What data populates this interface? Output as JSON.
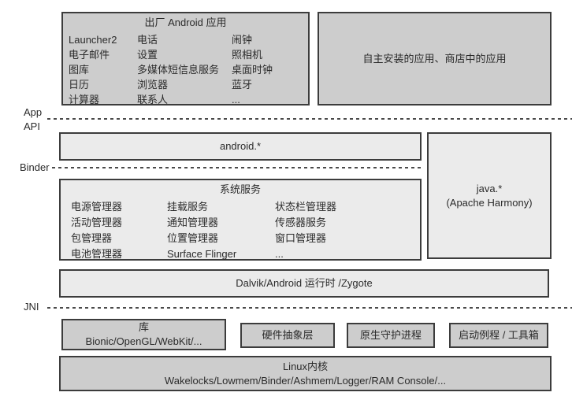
{
  "colors": {
    "dark_box_fill": "#cdcdcd",
    "light_box_fill": "#ebebeb",
    "border": "#3c3c3c",
    "text": "#2b2b2b",
    "background": "#ffffff"
  },
  "layers": {
    "app": "App",
    "api": "API",
    "binder": "Binder",
    "jni": "JNI"
  },
  "factory_apps": {
    "title": "出厂 Android 应用",
    "columns": [
      [
        "Launcher2",
        "电子邮件",
        "图库",
        "日历",
        "计算器"
      ],
      [
        "电话",
        "设置",
        "多媒体短信息服务",
        "浏览器",
        "联系人"
      ],
      [
        "闹钟",
        "照相机",
        "桌面时钟",
        "蓝牙",
        "..."
      ]
    ]
  },
  "user_apps": {
    "label": "自主安装的应用、商店中的应用"
  },
  "android_api": {
    "label": "android.*"
  },
  "java_api": {
    "line1": "java.*",
    "line2": "(Apache Harmony)"
  },
  "system_services": {
    "title": "系统服务",
    "columns": [
      [
        "电源管理器",
        "活动管理器",
        "包管理器",
        "电池管理器"
      ],
      [
        "挂载服务",
        "通知管理器",
        "位置管理器",
        "Surface Flinger"
      ],
      [
        "状态栏管理器",
        "传感器服务",
        "窗口管理器",
        "..."
      ]
    ]
  },
  "runtime": {
    "label": "Dalvik/Android 运行时 /Zygote"
  },
  "libraries": {
    "title": "库",
    "items": "Bionic/OpenGL/WebKit/..."
  },
  "hal": {
    "label": "硬件抽象层"
  },
  "daemons": {
    "label": "原生守护进程"
  },
  "toolbox": {
    "label": "启动例程 / 工具箱"
  },
  "kernel": {
    "title": "Linux内核",
    "items": "Wakelocks/Lowmem/Binder/Ashmem/Logger/RAM Console/..."
  }
}
